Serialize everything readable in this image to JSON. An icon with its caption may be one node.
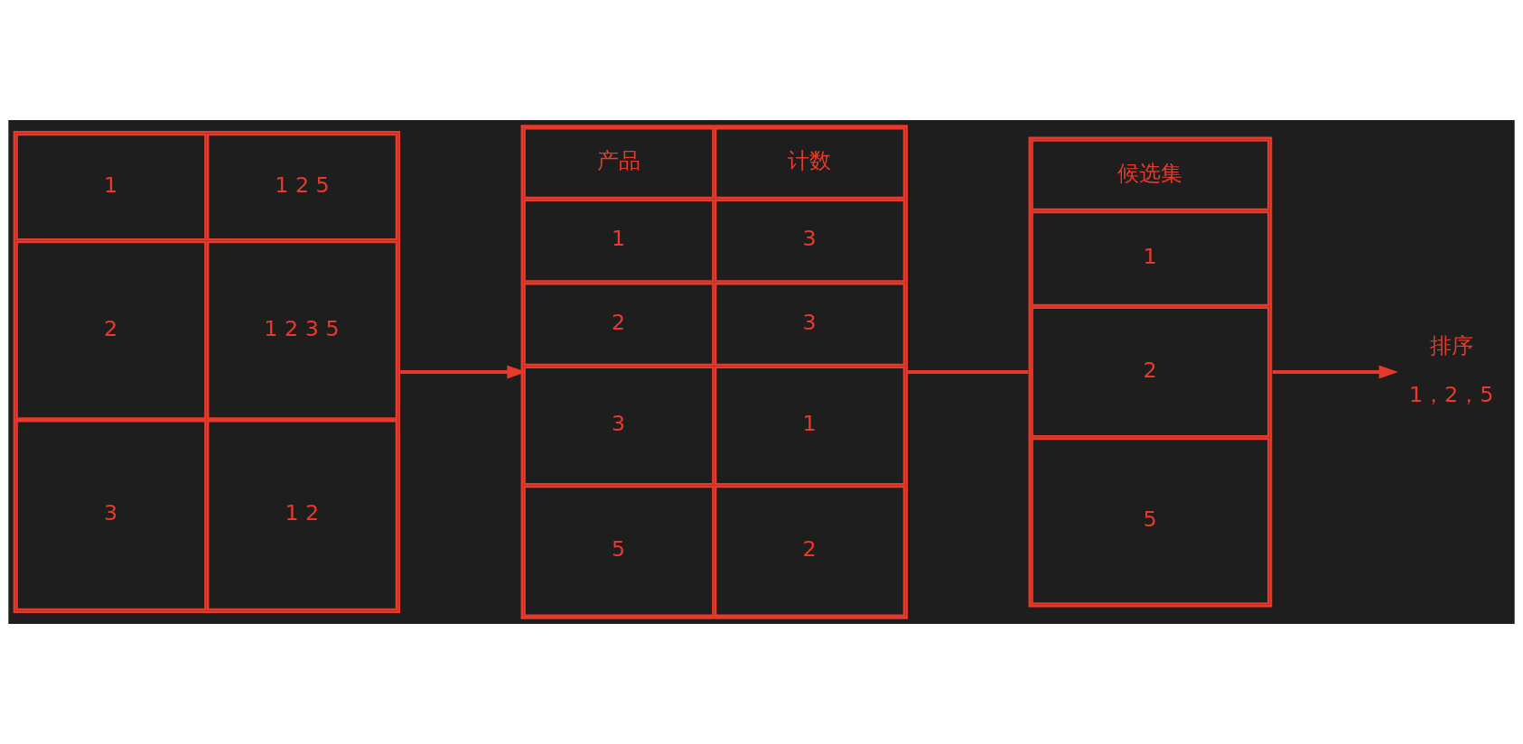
{
  "diagram": {
    "nodes": [
      {
        "text": [
          "1",
          "1 2 5",
          "2",
          "1 2 3 5",
          "3",
          "1 2"
        ]
      },
      {
        "text": [
          "产品",
          "计数",
          "1",
          "3",
          "2",
          "3",
          "3",
          "1",
          "5",
          "2"
        ]
      },
      {
        "text": [
          "候选集",
          "1",
          "2",
          "5"
        ]
      },
      {
        "text": [
          "排序",
          "1，2，5"
        ]
      }
    ],
    "edges": [
      {
        "from": 0,
        "to": 1,
        "arrow": "to"
      },
      {
        "from": 1,
        "to": 2,
        "arrow": "none"
      },
      {
        "from": 2,
        "to": 3,
        "arrow": "to"
      }
    ]
  }
}
